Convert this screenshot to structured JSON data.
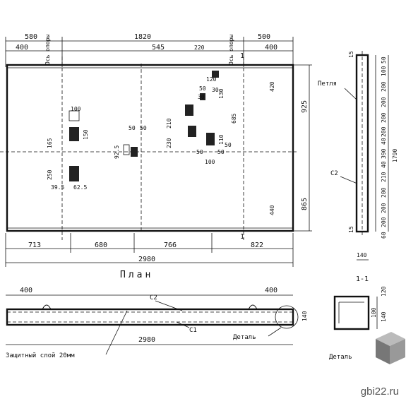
{
  "plan": {
    "title": "План",
    "top_dims": [
      "580",
      "1820",
      "500"
    ],
    "sub_dims": [
      "400",
      "545",
      "220",
      "400"
    ],
    "axis_labels": [
      "Ось опоры",
      "Ось опоры"
    ],
    "bottom_dims": [
      "713",
      "680",
      "766",
      "822"
    ],
    "total": "2980",
    "right_dims": [
      "925",
      "420",
      "685",
      "440",
      "865"
    ],
    "inner_dims": [
      "100",
      "150",
      "165",
      "250",
      "39.5",
      "62.5",
      "50",
      "50",
      "92.5",
      "210",
      "230",
      "110",
      "50",
      "50",
      "50",
      "130",
      "50",
      "120",
      "30",
      "30",
      "100"
    ],
    "section_marks": [
      "1",
      "1"
    ]
  },
  "section": {
    "title": "1-1",
    "dims_right": [
      "50",
      "100",
      "200",
      "200",
      "200",
      "200",
      "40",
      "390",
      "40",
      "210",
      "200",
      "200",
      "200",
      "60"
    ],
    "dims_left": [
      "15",
      "15"
    ],
    "total": "1790",
    "width": "140",
    "labels": [
      "Петля",
      "С2"
    ]
  },
  "elevation": {
    "dims_top": [
      "400",
      "400"
    ],
    "total": "2980",
    "height": "140",
    "labels": [
      "С2",
      "С1",
      "Деталь",
      "Защитный слой 20мм"
    ]
  },
  "detail": {
    "title": "Деталь",
    "dims": [
      "120",
      "100",
      "140"
    ]
  },
  "watermark": "gbi22.ru"
}
